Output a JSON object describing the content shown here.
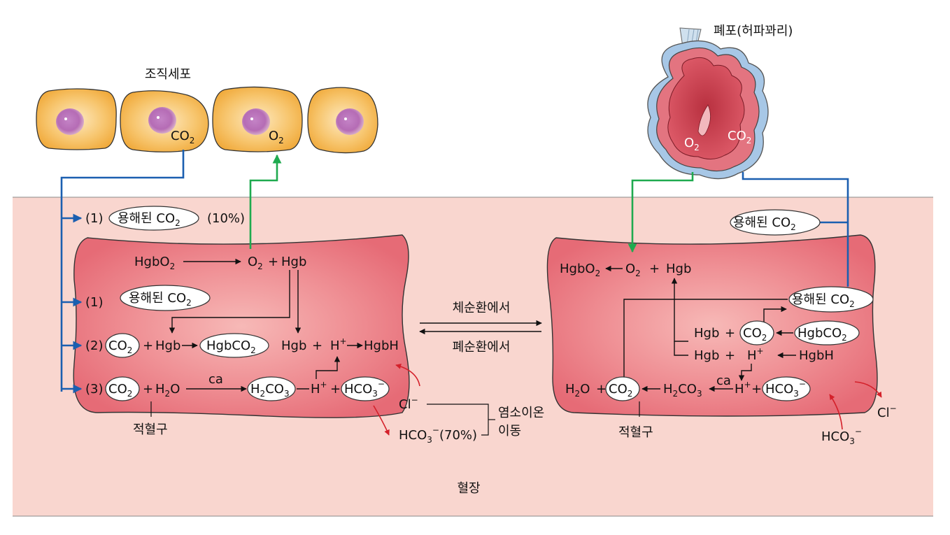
{
  "labels": {
    "tissue_cells": "조직세포",
    "lung": "폐포(허파꽈리)",
    "plasma": "혈장",
    "systemic": "체순환에서",
    "pulmonary": "폐순환에서",
    "rbc_left": "적혈구",
    "rbc_right": "적혈구",
    "chloride_shift_1": "염소이온",
    "chloride_shift_2": "이동"
  },
  "markers": {
    "m1a": "(1)",
    "m1b": "(1)",
    "m2": "(2)",
    "m3": "(3)"
  },
  "tokens": {
    "dissolved": "용해된 CO",
    "pct10": "(10%)",
    "pct70": "(70%)",
    "co": "CO",
    "hgb": "Hgb",
    "hgbo": "HgbO",
    "hgbco": "HgbCO",
    "hgbh": "HgbH",
    "h": "H",
    "o": "O",
    "hco": "HCO",
    "cl": "Cl",
    "sub2": "2",
    "sub3": "3",
    "plus": "+",
    "minus": "−",
    "ca": "ca"
  },
  "colors": {
    "plasma": "#f9d6cf",
    "rbc": "#e8717b",
    "rbc_light": "#f6b6b4",
    "cell": "#f5ba52",
    "nucleus": "#b66fb8",
    "blue": "#1b5fb0",
    "green": "#1faa4f",
    "red": "#d4202a",
    "lung": "#d94b5c",
    "lung_halo": "#a7c7e6"
  }
}
